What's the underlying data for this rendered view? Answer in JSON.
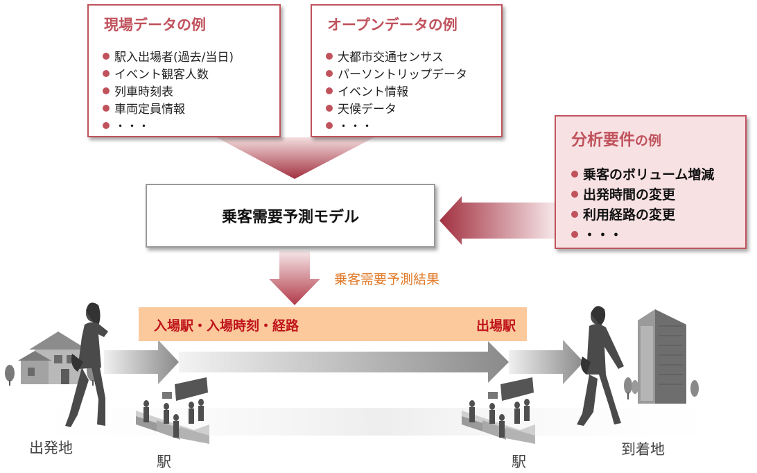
{
  "field_data": {
    "title": "現場データの例",
    "items": [
      "駅入出場者(過去/当日)",
      "イベント観客人数",
      "列車時刻表",
      "車両定員情報",
      "・・・"
    ]
  },
  "open_data": {
    "title": "オープンデータの例",
    "items": [
      "大都市交通センサス",
      "パーソントリップデータ",
      "イベント情報",
      "天候データ",
      "・・・"
    ]
  },
  "analysis": {
    "title_main": "分析要件",
    "title_suffix": "の例",
    "items": [
      "乗客のボリューム増減",
      "出発時間の変更",
      "利用経路の変更",
      "・・・"
    ]
  },
  "model": {
    "label": "乗客需要予測モデル"
  },
  "result": {
    "label": "乗客需要予測結果"
  },
  "route": {
    "entry": "入場駅・入場時刻・経路",
    "exit": "出場駅"
  },
  "places": {
    "origin": "出発地",
    "station_entry": "駅",
    "station_exit": "駅",
    "destination": "到着地"
  },
  "colors": {
    "accent": "#c0525c",
    "analysis_bg": "#f7e1e3",
    "route_bar": "#fbc99c",
    "route_text": "#c0141c",
    "result_text": "#e07a2a"
  }
}
